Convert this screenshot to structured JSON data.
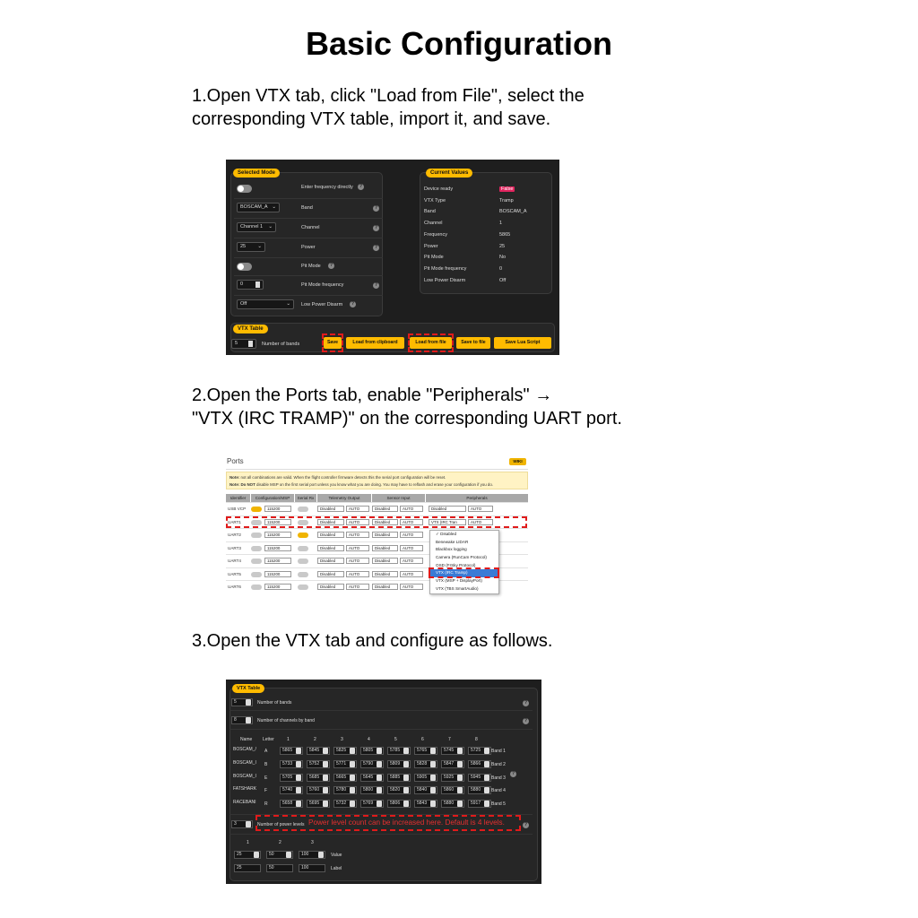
{
  "title": "Basic Configuration",
  "steps": [
    {
      "line1": "1.Open VTX tab, click \"Load from File\", select the",
      "line2": "corresponding VTX table, import it, and save."
    },
    {
      "line1": "2.Open the Ports tab, enable \"Peripherals\" →",
      "line2": "\"VTX (IRC TRAMP)\" on the corresponding UART port."
    },
    {
      "line1": "3.Open the VTX tab and configure as follows.",
      "line2": ""
    }
  ],
  "shot1": {
    "selected_mode_label": "Selected Mode",
    "current_values_label": "Current Values",
    "rows": [
      {
        "control": "",
        "label": "Enter frequency directly"
      },
      {
        "control": "BOSCAM_A",
        "label": "Band"
      },
      {
        "control": "Channel 1",
        "label": "Channel"
      },
      {
        "control": "25",
        "label": "Power"
      },
      {
        "control": "",
        "label": "Pit Mode"
      },
      {
        "control": "0",
        "label": "Pit Mode frequency"
      },
      {
        "control": "Off",
        "label": "Low Power Disarm"
      }
    ],
    "current_values": [
      {
        "key": "Device ready",
        "value": "False"
      },
      {
        "key": "VTX Type",
        "value": "Tramp"
      },
      {
        "key": "Band",
        "value": "BOSCAM_A"
      },
      {
        "key": "Channel",
        "value": "1"
      },
      {
        "key": "Frequency",
        "value": "5865"
      },
      {
        "key": "Power",
        "value": "25"
      },
      {
        "key": "Pit Mode",
        "value": "No"
      },
      {
        "key": "Pit Mode frequency",
        "value": "0"
      },
      {
        "key": "Low Power Disarm",
        "value": "Off"
      }
    ],
    "vtx_table_label": "VTX Table",
    "num_bands_value": "5",
    "num_bands_label": "Number of bands",
    "buttons": {
      "save": "Save",
      "load_clipboard": "Load from clipboard",
      "load_file": "Load from file",
      "save_file": "Save to file",
      "save_lua": "Save Lua Script"
    }
  },
  "shot2": {
    "title": "Ports",
    "wiki": "WIKI",
    "note1_bold": "Note:",
    "note1": " not all combinations are valid. When the flight controller firmware detects this the serial port configuration will be reset.",
    "note2_bold": "Note: Do NOT",
    "note2": " disable MSP on the first serial port unless you know what you are doing. You may have to reflash and erase your configuration if you do.",
    "headers": [
      "Identifier",
      "Configuration/MSP",
      "Serial Rx",
      "Telemetry Output",
      "Sensor Input",
      "Peripherals"
    ],
    "rows": [
      {
        "id": "USB VCP",
        "msp_on": true,
        "baud": "115200",
        "rx_on": false,
        "tele": "Disabled",
        "tele_auto": "AUTO",
        "sensor": "Disabled",
        "sensor_auto": "AUTO",
        "periph": "Disabled",
        "periph_auto": "AUTO"
      },
      {
        "id": "UART1",
        "msp_on": false,
        "baud": "115200",
        "rx_on": false,
        "tele": "Disabled",
        "tele_auto": "AUTO",
        "sensor": "Disabled",
        "sensor_auto": "AUTO",
        "periph": "VTX (IRC Tran",
        "periph_auto": "AUTO"
      },
      {
        "id": "UART2",
        "msp_on": false,
        "baud": "115200",
        "rx_on": true,
        "tele": "Disabled",
        "tele_auto": "AUTO",
        "sensor": "Disabled",
        "sensor_auto": "AUTO",
        "periph": "",
        "periph_auto": ""
      },
      {
        "id": "UART3",
        "msp_on": false,
        "baud": "115200",
        "rx_on": false,
        "tele": "Disabled",
        "tele_auto": "AUTO",
        "sensor": "Disabled",
        "sensor_auto": "AUTO",
        "periph": "",
        "periph_auto": ""
      },
      {
        "id": "UART4",
        "msp_on": false,
        "baud": "115200",
        "rx_on": false,
        "tele": "Disabled",
        "tele_auto": "AUTO",
        "sensor": "Disabled",
        "sensor_auto": "AUTO",
        "periph": "",
        "periph_auto": ""
      },
      {
        "id": "UART5",
        "msp_on": false,
        "baud": "115200",
        "rx_on": false,
        "tele": "Disabled",
        "tele_auto": "AUTO",
        "sensor": "Disabled",
        "sensor_auto": "AUTO",
        "periph": "",
        "periph_auto": ""
      },
      {
        "id": "UART6",
        "msp_on": false,
        "baud": "115200",
        "rx_on": false,
        "tele": "Disabled",
        "tele_auto": "AUTO",
        "sensor": "Disabled",
        "sensor_auto": "AUTO",
        "periph": "",
        "periph_auto": ""
      }
    ],
    "dropdown": [
      "✓ Disabled",
      "Benewake LIDAR",
      "Blackbox logging",
      "Camera (RunCam Protocol)",
      "OSD (FrSky Protocol)",
      "VTX (IRC Tramp)",
      "VTX (MSP + DisplayPort)",
      "VTX (TBS SmartAudio)"
    ],
    "dropdown_selected_index": 5
  },
  "shot3": {
    "vtx_table_label": "VTX Table",
    "num_bands_value": "5",
    "num_bands_label": "Number of bands",
    "num_channels_value": "8",
    "num_channels_label": "Number of channels by band",
    "col_name": "Name",
    "col_letter": "Letter",
    "channel_headers": [
      "1",
      "2",
      "3",
      "4",
      "5",
      "6",
      "7",
      "8"
    ],
    "bands": [
      {
        "name": "BOSCAM_/",
        "letter": "A",
        "freqs": [
          "5865",
          "5845",
          "5825",
          "5805",
          "5785",
          "5765",
          "5745",
          "5725"
        ],
        "label": "Band 1"
      },
      {
        "name": "BOSCAM_I",
        "letter": "B",
        "freqs": [
          "5733",
          "5752",
          "5771",
          "5790",
          "5809",
          "5828",
          "5847",
          "5866"
        ],
        "label": "Band 2"
      },
      {
        "name": "BOSCAM_I",
        "letter": "E",
        "freqs": [
          "5705",
          "5685",
          "5665",
          "5645",
          "5885",
          "5905",
          "5925",
          "5945"
        ],
        "label": "Band 3"
      },
      {
        "name": "FATSHARK",
        "letter": "F",
        "freqs": [
          "5740",
          "5760",
          "5780",
          "5800",
          "5820",
          "5840",
          "5860",
          "5880"
        ],
        "label": "Band 4"
      },
      {
        "name": "RACEBANI",
        "letter": "R",
        "freqs": [
          "5658",
          "5695",
          "5732",
          "5769",
          "5806",
          "5843",
          "5880",
          "5917"
        ],
        "label": "Band 5"
      }
    ],
    "num_power_value": "3",
    "num_power_label": "Number of power levels",
    "power_note": "Power level count can be increased here. Default is 4 levels.",
    "power_headers": [
      "1",
      "2",
      "3"
    ],
    "power_values": [
      "25",
      "50",
      "100"
    ],
    "power_labels": [
      "25",
      "50",
      "100"
    ],
    "value_label": "Value",
    "label_label": "Label"
  }
}
